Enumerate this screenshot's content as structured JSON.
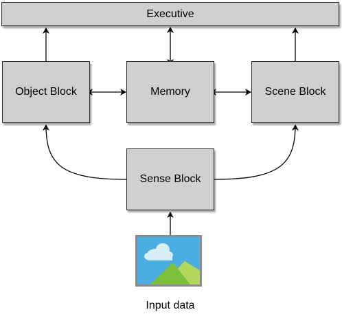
{
  "nodes": {
    "executive": "Executive",
    "object_block": "Object Block",
    "memory": "Memory",
    "scene_block": "Scene Block",
    "sense_block": "Sense Block"
  },
  "input": {
    "caption": "Input data",
    "icon": "image-icon"
  },
  "colors": {
    "node_fill": "#d0d0d0",
    "node_border": "#2b2b2b",
    "edge": "#000000",
    "image_frame": "#8c8c8c",
    "image_sky": "#4aaee3",
    "image_cloud": "#d9eef9",
    "image_hill_light": "#b4d65a",
    "image_hill_dark": "#7cbf3a"
  },
  "edges": [
    {
      "from": "object_block",
      "to": "executive",
      "type": "arrow"
    },
    {
      "from": "memory",
      "to": "executive",
      "type": "double-arrow"
    },
    {
      "from": "scene_block",
      "to": "executive",
      "type": "arrow"
    },
    {
      "from": "object_block",
      "to": "memory",
      "type": "double-arrow"
    },
    {
      "from": "memory",
      "to": "scene_block",
      "type": "double-arrow"
    },
    {
      "from": "sense_block",
      "to": "object_block",
      "type": "curved-arrow"
    },
    {
      "from": "sense_block",
      "to": "scene_block",
      "type": "curved-arrow"
    },
    {
      "from": "input",
      "to": "sense_block",
      "type": "arrow"
    }
  ]
}
